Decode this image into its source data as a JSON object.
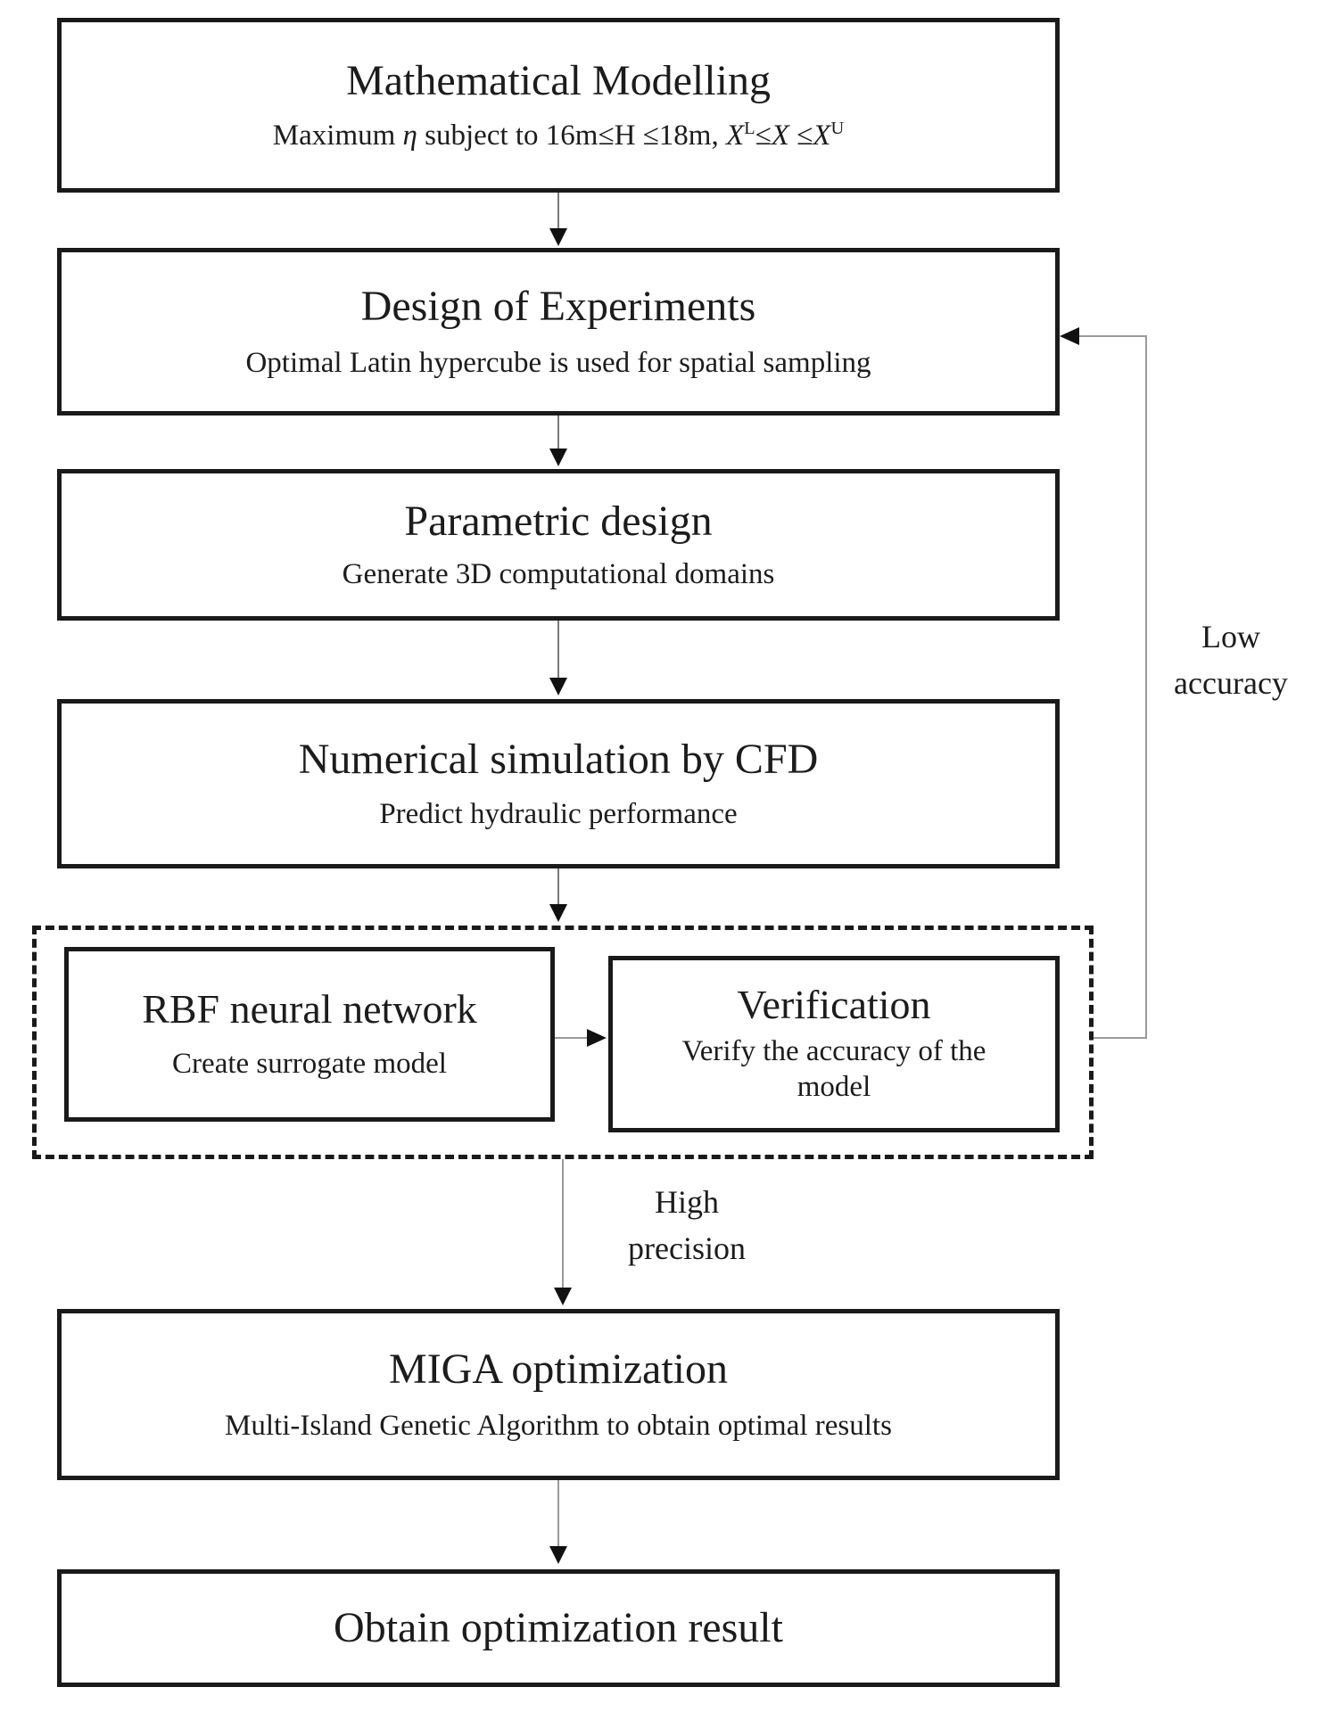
{
  "page": {
    "background": "#ffffff",
    "text_color": "#1c1c1c",
    "box_border_color": "#1a1a1a",
    "arrowhead_color": "#111111",
    "stem_color": "#7a7a7a",
    "feedback_line_color": "#9a9a9a"
  },
  "boxes": {
    "mathematical_modelling": {
      "title": "Mathematical Modelling",
      "subtitle_parts": {
        "p1": "Maximum ",
        "eta": "η",
        "p2": " subject to 16m≤H ≤18m, ",
        "x1": "X",
        "sup_l": "L",
        "le1": "≤",
        "x2": "X",
        "le2": " ≤",
        "x3": "X",
        "sup_u": "U"
      }
    },
    "design_of_experiments": {
      "title": "Design of Experiments",
      "subtitle": "Optimal Latin hypercube is used for spatial sampling"
    },
    "parametric_design": {
      "title": "Parametric design",
      "subtitle": "Generate 3D computational domains"
    },
    "numerical_simulation": {
      "title": "Numerical simulation by CFD",
      "subtitle": "Predict hydraulic performance"
    },
    "rbf_neural_network": {
      "title": "RBF neural network",
      "subtitle": "Create surrogate model"
    },
    "verification": {
      "title": "Verification",
      "subtitle_line1": "Verify the accuracy of the",
      "subtitle_line2": "model"
    },
    "miga_optimization": {
      "title": "MIGA optimization",
      "subtitle": "Multi-Island Genetic Algorithm to obtain optimal results"
    },
    "obtain_result": {
      "title": "Obtain optimization result"
    }
  },
  "edge_labels": {
    "low_accuracy_line1": "Low",
    "low_accuracy_line2": "accuracy",
    "high_precision_line1": "High",
    "high_precision_line2": "precision"
  }
}
